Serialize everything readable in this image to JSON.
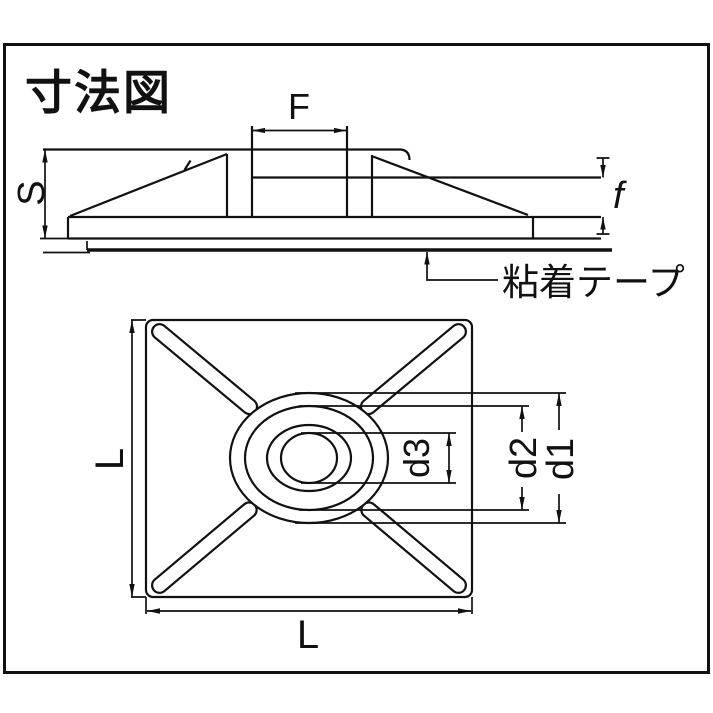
{
  "page": {
    "background": "#ffffff",
    "line_color": "#111111"
  },
  "header": {
    "title": "寸法図"
  },
  "side_view": {
    "dim_F": "F",
    "dim_S": "S",
    "dim_f": "f",
    "tape_label": "粘着テープ"
  },
  "top_view": {
    "dim_L_left": "L",
    "dim_L_bottom": "L",
    "dim_d1": "d1",
    "dim_d2": "d2",
    "dim_d3": "d3"
  }
}
